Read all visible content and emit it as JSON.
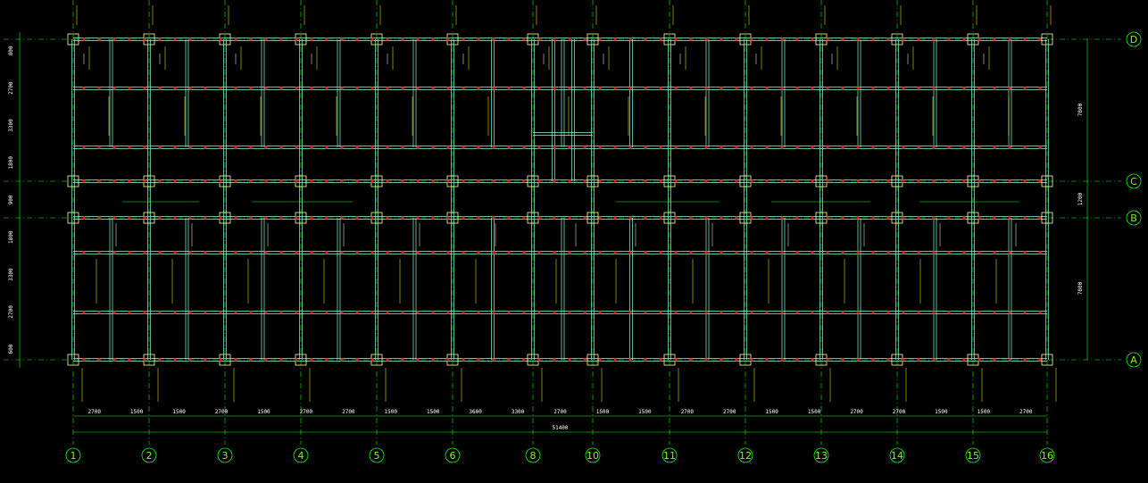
{
  "drawing": {
    "colors": {
      "background": "#000000",
      "axis": "#00ff00",
      "beam": "#7fffd4",
      "column": "#ffff99",
      "rebar_dot": "#ff0000",
      "yellow_note": "#ffff00",
      "white_text": "#ffffff"
    },
    "axes_x": [
      "1",
      "2",
      "3",
      "4",
      "5",
      "6",
      "8",
      "10",
      "11",
      "12",
      "13",
      "14",
      "15",
      "16"
    ],
    "axes_y": [
      "D",
      "C",
      "B",
      "A"
    ],
    "bottom_dims": [
      "2700",
      "1500",
      "1500",
      "2700",
      "1500",
      "2700",
      "2700",
      "1500",
      "1500",
      "3600",
      "3300",
      "2700",
      "1500",
      "1500",
      "2700",
      "2700",
      "1500",
      "1500",
      "2700",
      "2700",
      "1500",
      "1500",
      "2700"
    ],
    "total_dim": "51400",
    "left_dims": [
      "800",
      "2700",
      "3300",
      "1800",
      "900",
      "1800",
      "3300",
      "2700",
      "600"
    ],
    "right_dims": [
      "7800",
      "1200",
      "7800"
    ]
  }
}
